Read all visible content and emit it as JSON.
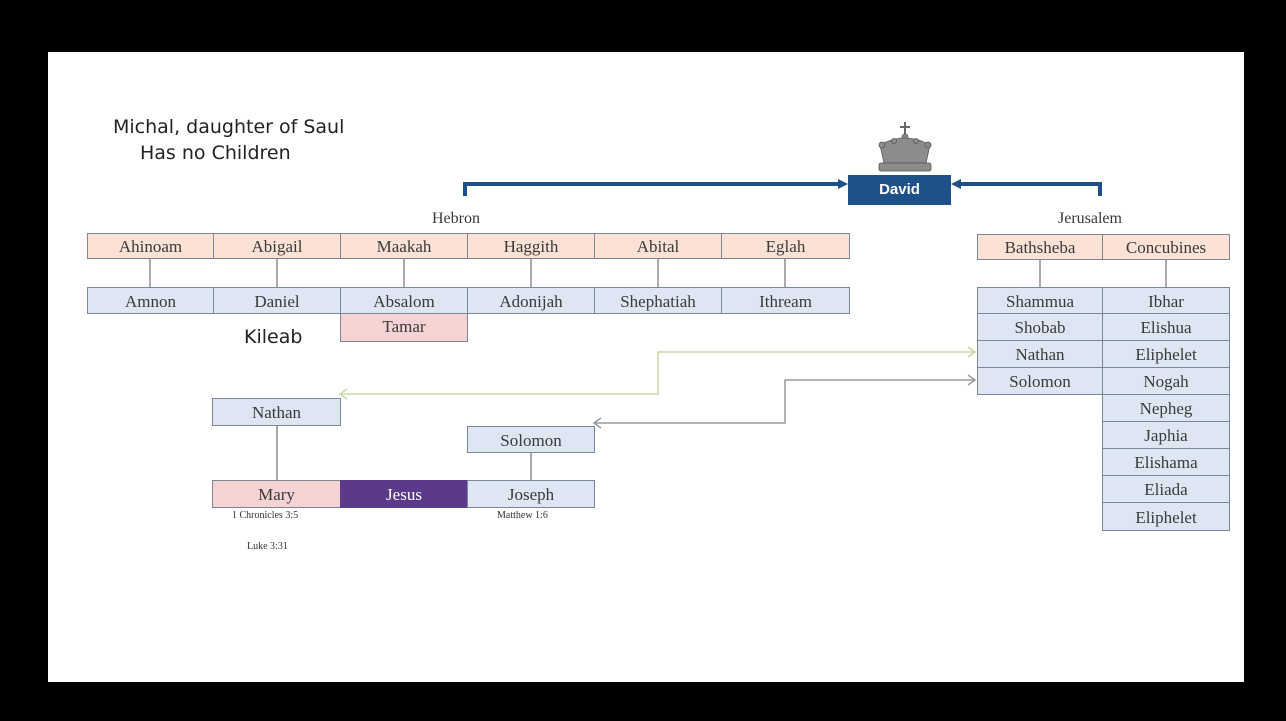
{
  "notes": {
    "michal_line1": "Michal, daughter of Saul",
    "michal_line2": "Has no Children",
    "kileab": "Kileab"
  },
  "david": "David",
  "places": {
    "hebron": "Hebron",
    "jerusalem": "Jerusalem"
  },
  "hebron_wives": [
    "Ahinoam",
    "Abigail",
    "Maakah",
    "Haggith",
    "Abital",
    "Eglah"
  ],
  "hebron_sons": [
    "Amnon",
    "Daniel",
    "Absalom",
    "Adonijah",
    "Shephatiah",
    "Ithream"
  ],
  "daughter": "Tamar",
  "jerusalem_mothers": [
    "Bathsheba",
    "Concubines"
  ],
  "bathsheba_sons": [
    "Shammua",
    "Shobab",
    "Nathan",
    "Solomon"
  ],
  "concubine_sons": [
    "Ibhar",
    "Elishua",
    "Eliphelet",
    "Nogah",
    "Nepheg",
    "Japhia",
    "Elishama",
    "Eliada",
    "Eliphelet"
  ],
  "lineage": {
    "nathan": "Nathan",
    "solomon": "Solomon",
    "mary": "Mary",
    "jesus": "Jesus",
    "joseph": "Joseph",
    "mary_ref1": "1 Chronicles 3:5",
    "mary_ref2": "Luke 3:31",
    "joseph_ref": "Matthew 1:6"
  },
  "colors": {
    "wife": "#fbe2d4",
    "son": "#dde6f2",
    "daughter": "#f5d3d3",
    "david": "#1f5189",
    "jesus": "#5b3a8c",
    "arrow_green": "#c9d8a8",
    "arrow_gray": "#9a9a9a"
  },
  "icons": {
    "crown": "crown-icon"
  }
}
